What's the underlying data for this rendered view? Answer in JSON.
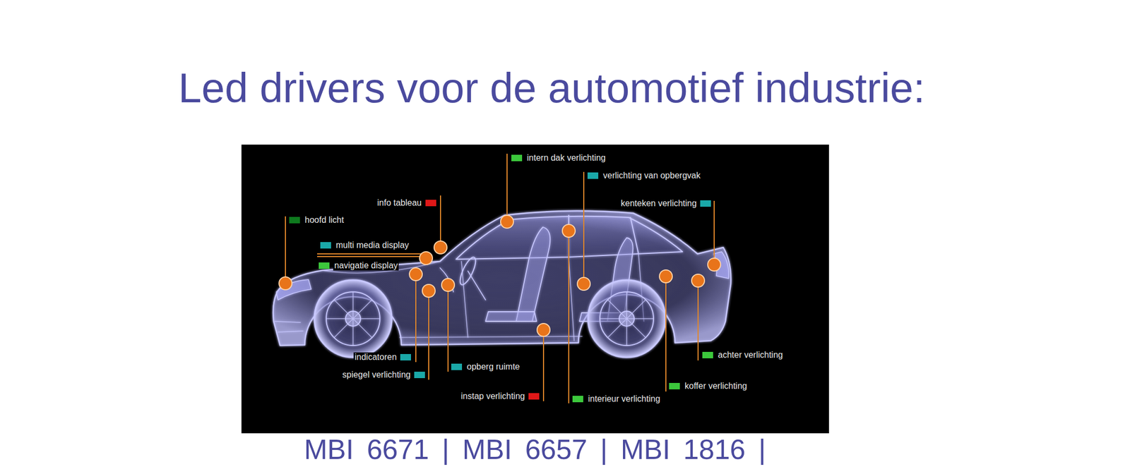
{
  "diagram": {
    "title": "Led drivers voor de automotief industrie:",
    "caption": "MBI 6671 | MBI 6657 | MBI 1816 |",
    "labels": [
      "intern dak verlichting",
      "verlichting van opbergvak",
      "info tableau",
      "kenteken verlichting",
      "hoofd licht",
      "multi media display",
      "navigatie display",
      "achter verlichting",
      "indicatoren",
      "opberg ruimte",
      "spiegel verlichting",
      "koffer verlichting",
      "instap verlichting",
      "interieur verlichting"
    ]
  }
}
